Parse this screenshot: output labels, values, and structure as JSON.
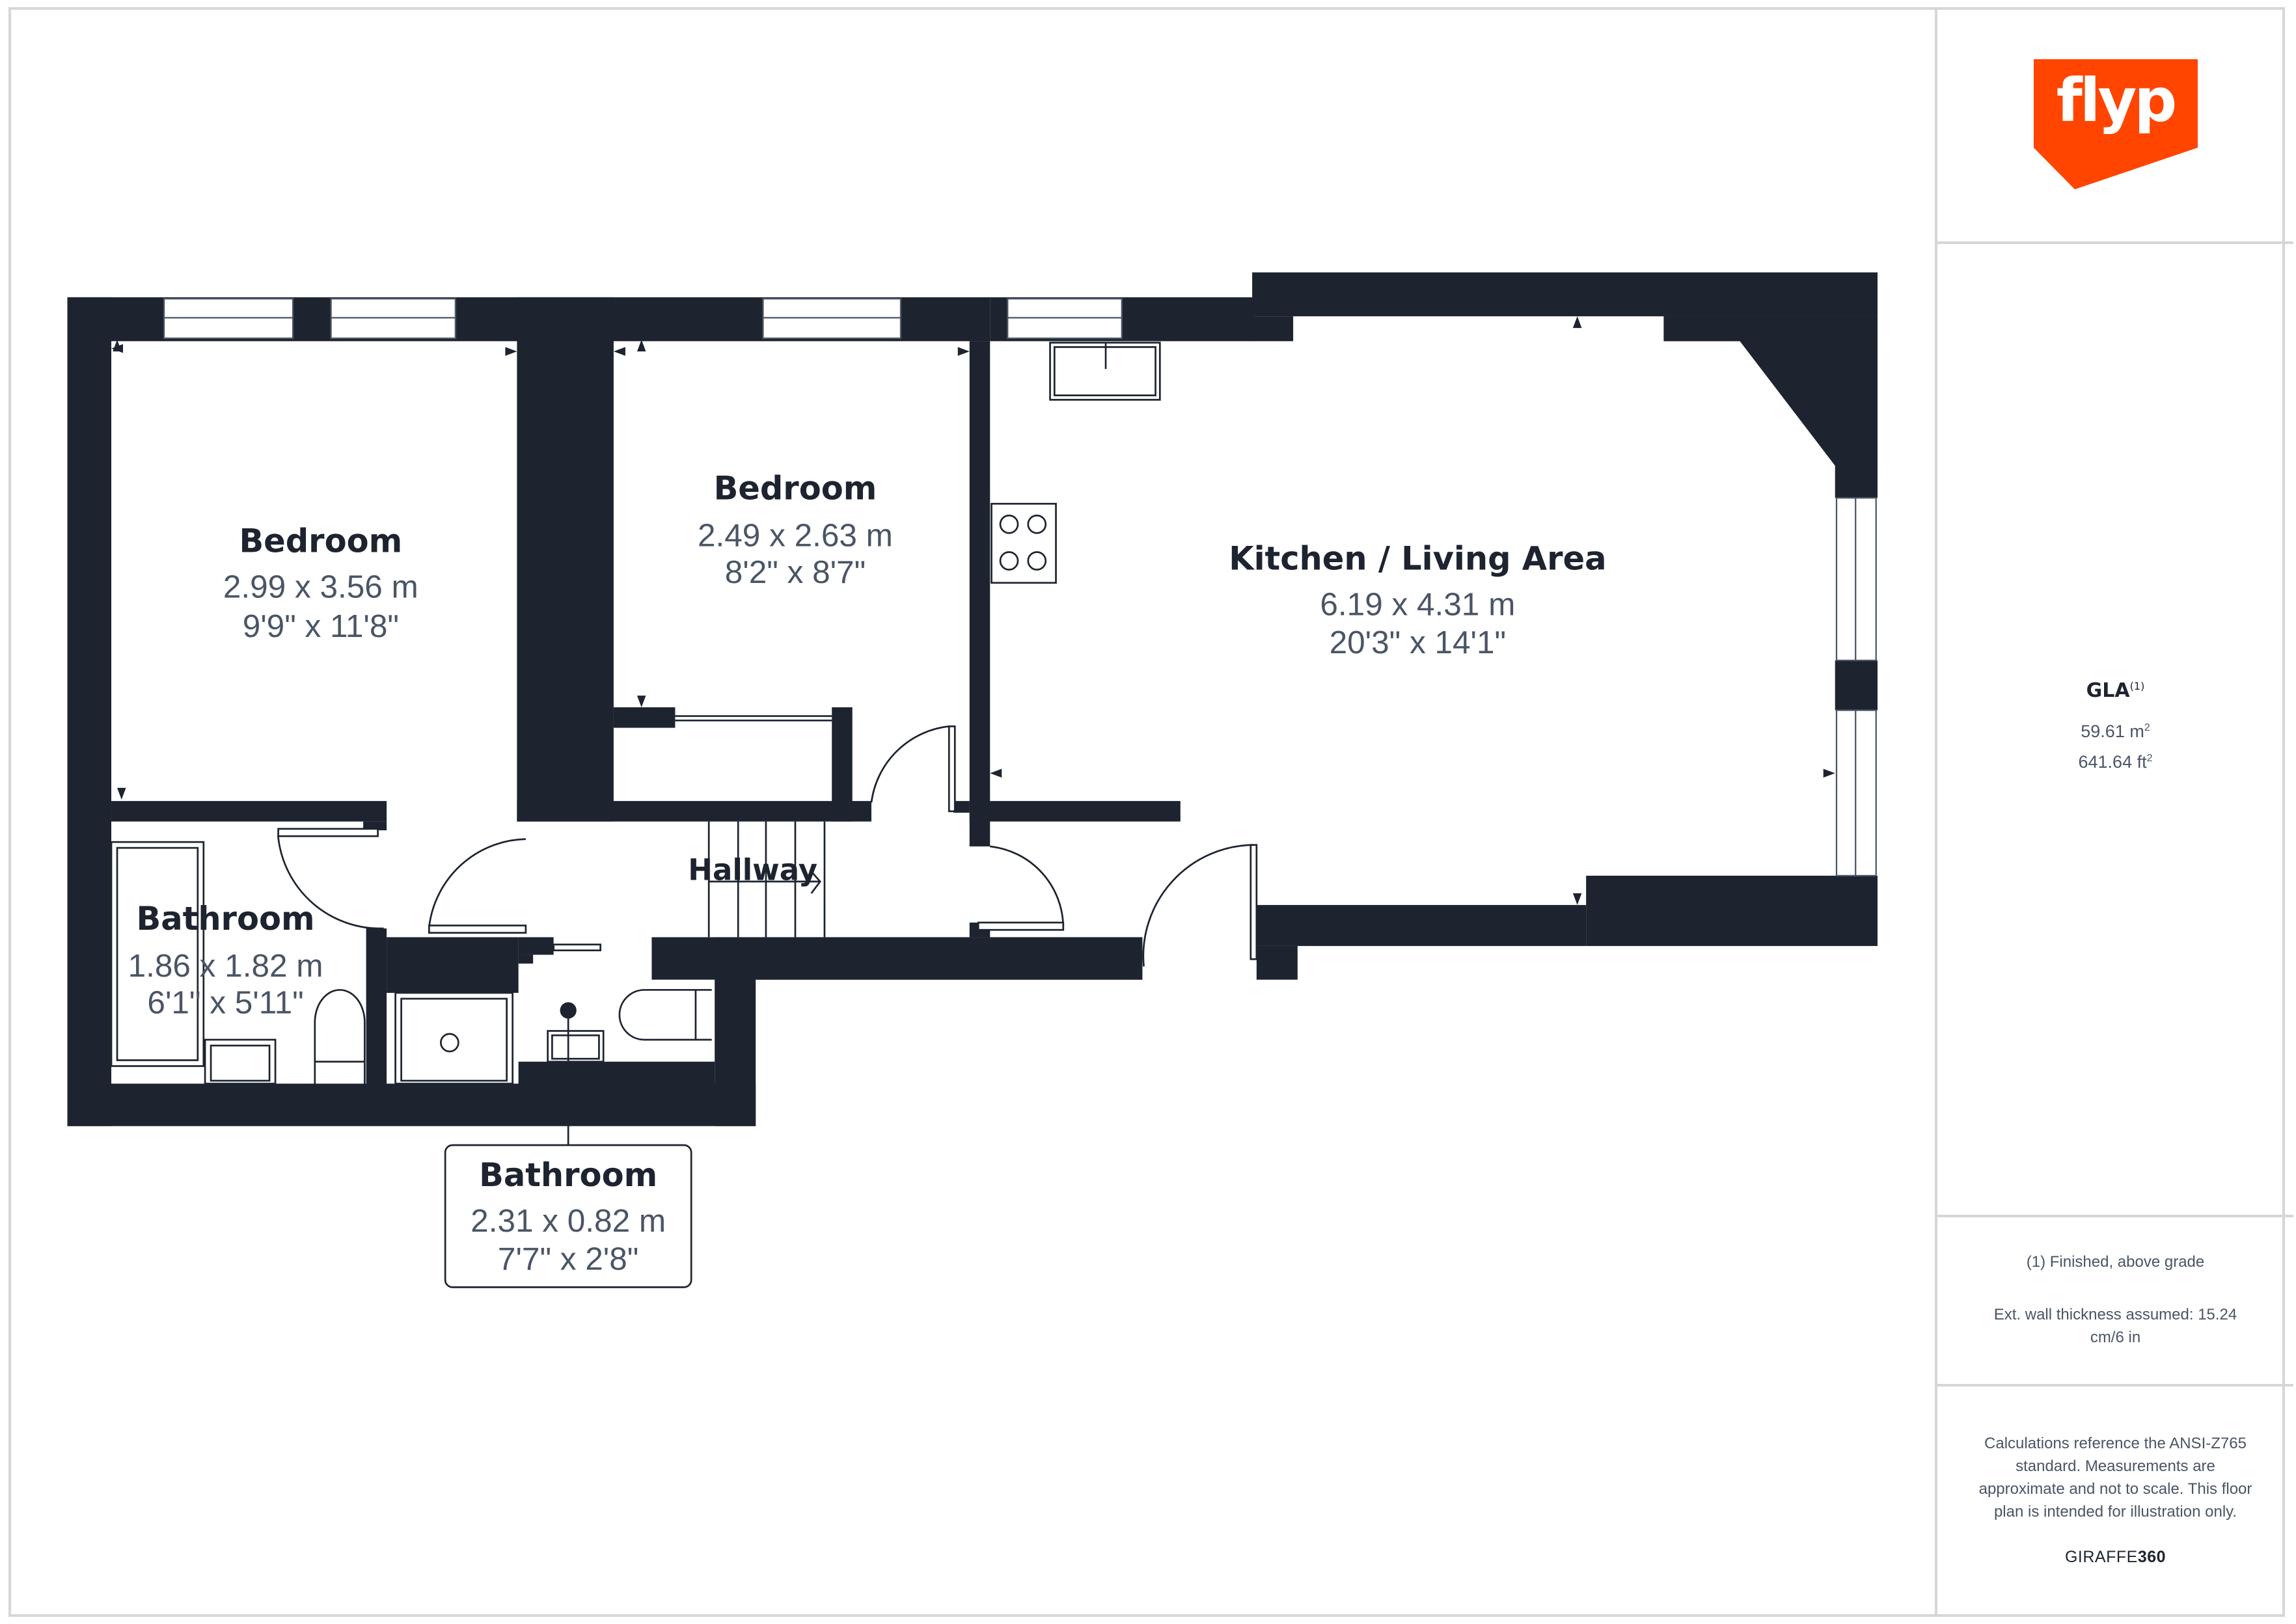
{
  "brand": {
    "logo_text": "flyp",
    "logo_color": "#ff4500",
    "footer_brand_prefix": "GIRAFFE",
    "footer_brand_suffix": "360"
  },
  "colors": {
    "wall": "#1d2430",
    "room_name": "#1d2430",
    "dimension_text": "#4a5566",
    "panel_border": "#d6d6d6"
  },
  "rooms": [
    {
      "name": "Bedroom",
      "metric": "2.99 x 3.56 m",
      "imperial": "9'9\" x 11'8\""
    },
    {
      "name": "Bedroom",
      "metric": "2.49 x 2.63 m",
      "imperial": "8'2\" x 8'7\""
    },
    {
      "name": "Kitchen / Living Area",
      "metric": "6.19 x 4.31 m",
      "imperial": "20'3\" x 14'1\""
    },
    {
      "name": "Hallway"
    },
    {
      "name": "Bathroom",
      "metric": "1.86 x 1.82 m",
      "imperial": "6'1\" x 5'11\""
    },
    {
      "name": "Bathroom",
      "metric": "2.31 x 0.82 m",
      "imperial": "7'7\" x 2'8\""
    }
  ],
  "gla": {
    "title": "GLA",
    "footnote_marker": "(1)",
    "area_m2_value": "59.61 m",
    "area_ft2_value": "641.64 ft",
    "squared": "2"
  },
  "notes": {
    "finished": "(1) Finished, above grade",
    "wall_thickness": "Ext. wall thickness assumed: 15.24 cm/6 in"
  },
  "disclaimer": "Calculations reference the ANSI-Z765 standard. Measurements are approximate and not to scale. This floor plan is intended for illustration only."
}
